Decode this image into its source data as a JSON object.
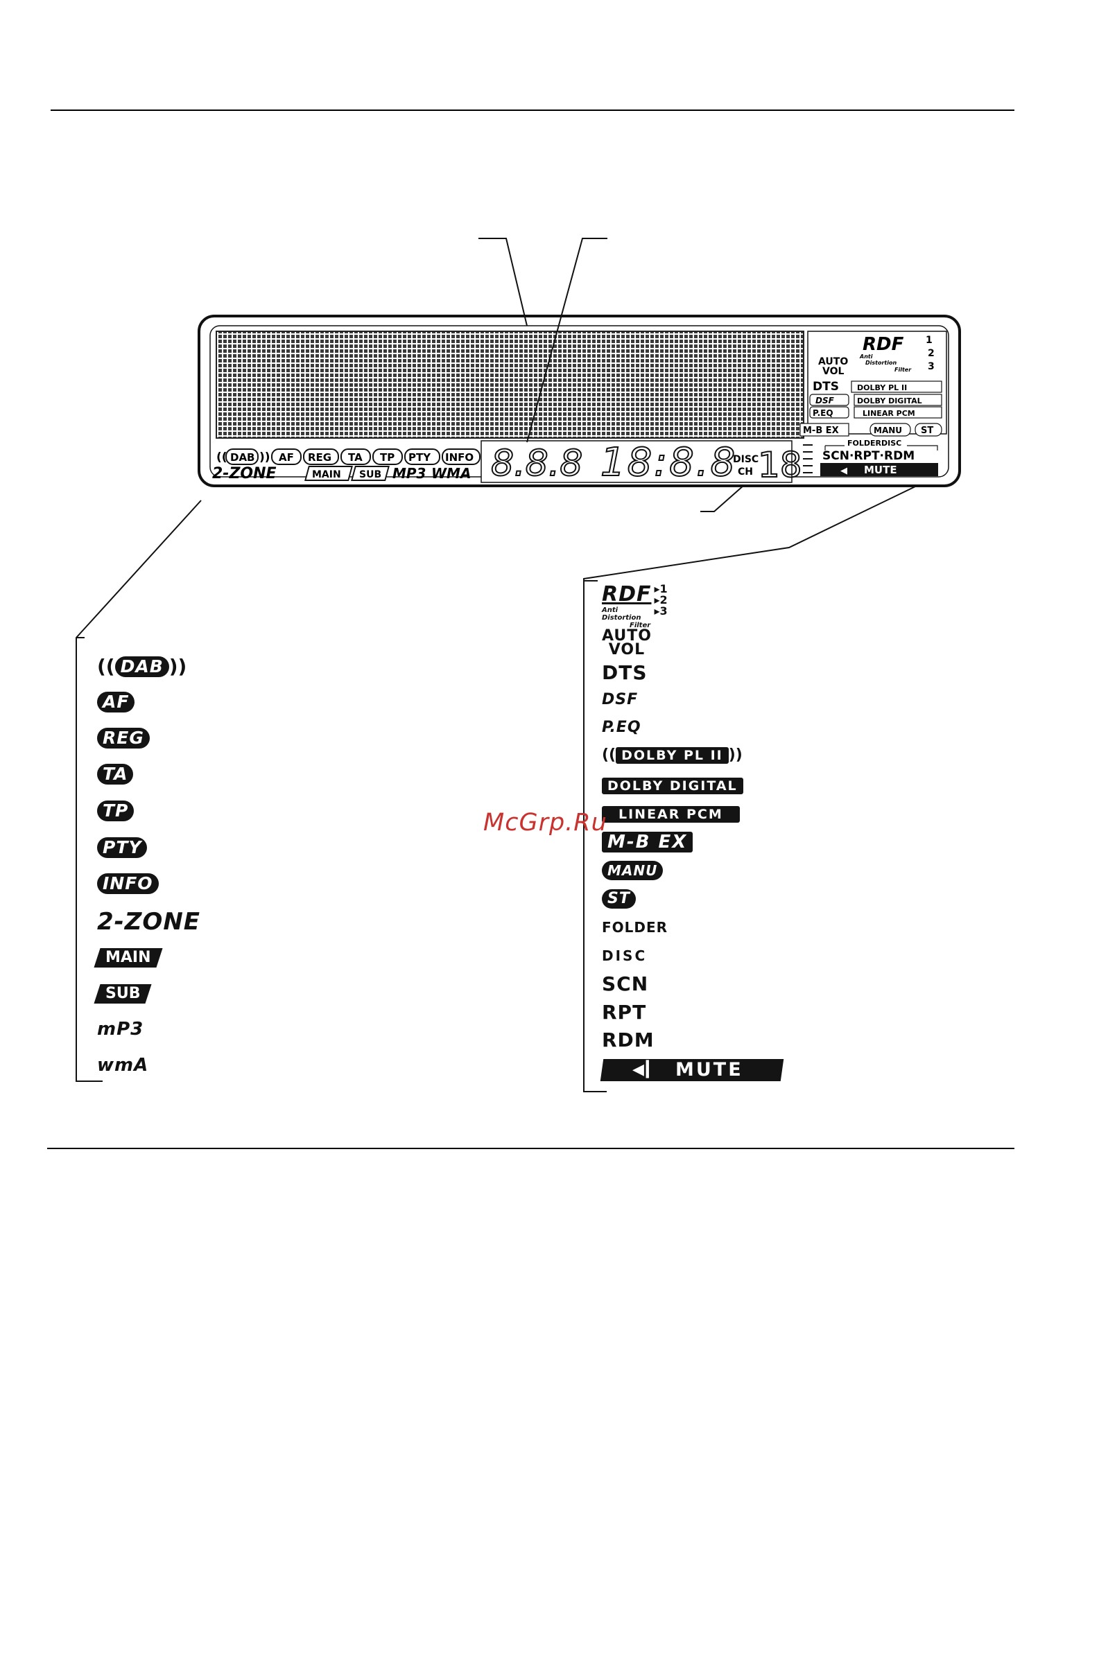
{
  "display": {
    "left_tags": [
      "DAB",
      "AF",
      "REG",
      "TA",
      "TP",
      "PTY",
      "INFO"
    ],
    "left_row2": [
      "2-ZONE",
      "MAIN",
      "SUB",
      "MP3",
      "WMA"
    ],
    "seg_left": "8.8.8",
    "seg_right": "18:8.8",
    "disc_label": "DISC",
    "ch_label": "CH",
    "disc_num": "18",
    "rds_logo": "RDF",
    "rds_nums": [
      "1",
      "2",
      "3"
    ],
    "rds_sub": [
      "Anti",
      "Distortion",
      "Filter"
    ],
    "auto": "AUTO",
    "vol": "VOL",
    "dts": "DTS",
    "dolby_pl": "DOLBY PL II",
    "dsf": "DSF",
    "dolby_digital": "DOLBY DIGITAL",
    "peq": "P.EQ",
    "linear_pcm": "LINEAR PCM",
    "mbex": "M-B EX",
    "manu": "MANU",
    "st": "ST",
    "folder_disc": "FOLDERDISC",
    "scn_rpt_rdm": "SCN·RPT·RDM",
    "mute": "MUTE"
  },
  "left_list": {
    "dab": "DAB",
    "af": "AF",
    "reg": "REG",
    "ta": "TA",
    "tp": "TP",
    "pty": "PTY",
    "info": "INFO",
    "zone": "2-ZONE",
    "main": "MAIN",
    "sub": "SUB",
    "mp3": "mP3",
    "wma": "wmA"
  },
  "right_list": {
    "rds_logo": "RDF",
    "rds_nums": [
      "1",
      "2",
      "3"
    ],
    "rds_sub": [
      "Anti",
      "Distortion",
      "Filter"
    ],
    "auto": "AUTO",
    "vol": "VOL",
    "dts": "DTS",
    "dsf": "DSF",
    "peq": "P.EQ",
    "dolby_pl": "DOLBY PL II",
    "dolby_digital": "DOLBY DIGITAL",
    "linear_pcm": "LINEAR PCM",
    "mbex": "M-B EX",
    "manu": "MANU",
    "st": "ST",
    "folder": "FOLDER",
    "disc": "DISC",
    "scn": "SCN",
    "rpt": "RPT",
    "rdm": "RDM",
    "mute": "MUTE"
  },
  "watermark": "McGrp.Ru"
}
